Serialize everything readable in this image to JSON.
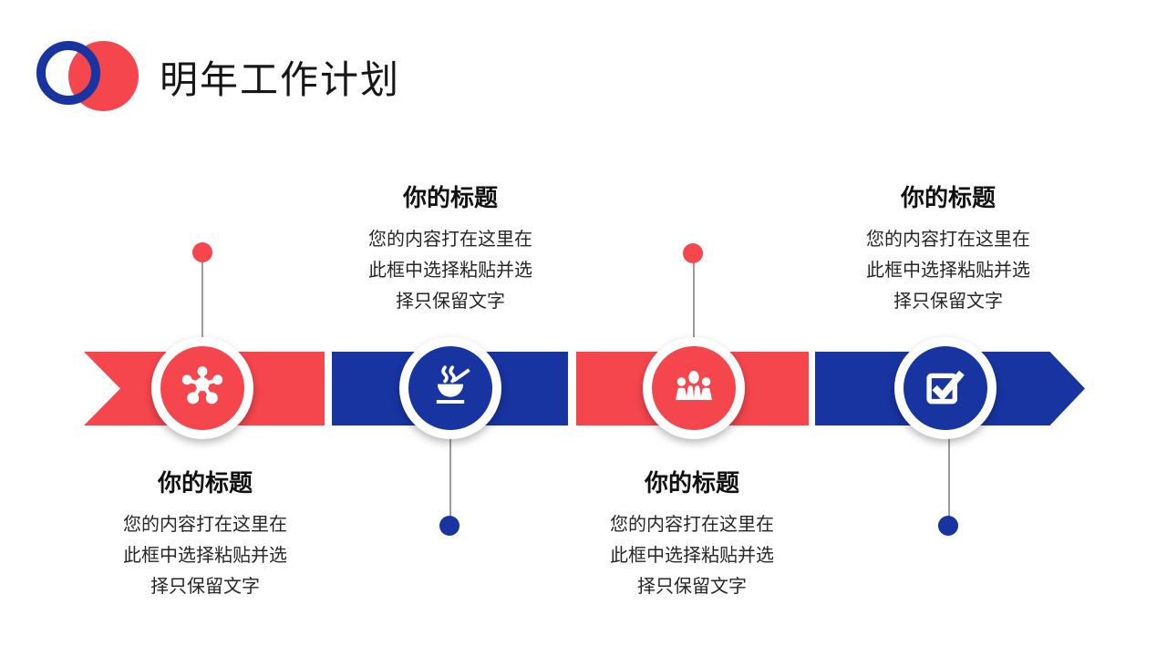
{
  "header": {
    "title": "明年工作计划"
  },
  "colors": {
    "red": "#F5464D",
    "blue": "#1834A1",
    "connector": "#9B9B9B",
    "text_title": "#111111",
    "text_body": "#262626"
  },
  "timeline": {
    "direction": "left-to-right",
    "band_style": "alternating red/blue chevron arrow ending in right-pointing arrowhead",
    "steps": [
      {
        "icon": "molecule-network-icon",
        "circle_color": "red",
        "dot_color": "red",
        "dot_position": "above",
        "label_position": "below",
        "title": "你的标题",
        "body_lines": [
          "您的内容打在这里在",
          "此框中选择粘贴并选",
          "择只保留文字"
        ]
      },
      {
        "icon": "hot-food-bowl-icon",
        "circle_color": "blue",
        "dot_color": "blue",
        "dot_position": "below",
        "label_position": "above",
        "title": "你的标题",
        "body_lines": [
          "您的内容打在这里在",
          "此框中选择粘贴并选",
          "择只保留文字"
        ]
      },
      {
        "icon": "team-people-icon",
        "circle_color": "red",
        "dot_color": "red",
        "dot_position": "above",
        "label_position": "below",
        "title": "你的标题",
        "body_lines": [
          "您的内容打在这里在",
          "此框中选择粘贴并选",
          "择只保留文字"
        ]
      },
      {
        "icon": "checkbox-checkmark-icon",
        "circle_color": "blue",
        "dot_color": "blue",
        "dot_position": "below",
        "label_position": "above",
        "title": "你的标题",
        "body_lines": [
          "您的内容打在这里在",
          "此框中选择粘贴并选",
          "择只保留文字"
        ]
      }
    ]
  }
}
